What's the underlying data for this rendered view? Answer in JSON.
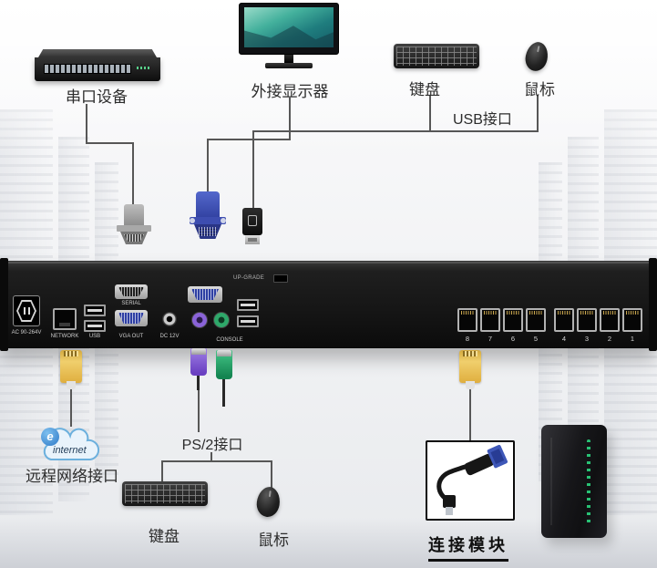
{
  "palette": {
    "line": "#575757",
    "vga_blue": "#3e57b8",
    "rj45_yellow": "#e9b842",
    "ps2_purple": "#7b52c9",
    "ps2_green": "#27a463",
    "chassis_black": "#161616"
  },
  "top": {
    "serial_device_label": "串口设备",
    "monitor_label": "外接显示器",
    "keyboard_label": "键盘",
    "mouse_label": "鼠标",
    "usb_interface_label": "USB接口"
  },
  "device": {
    "power_label": "AC 90-264V",
    "network_label": "NETWORK",
    "usb_label": "USB",
    "serial_label": "SERIAL",
    "vga_out_label": "VGA OUT",
    "dc_label": "DC 12V",
    "console_label": "CONSOLE",
    "upgrade_label": "UP-GRADE",
    "port_numbers": [
      "8",
      "7",
      "6",
      "5",
      "4",
      "3",
      "2",
      "1"
    ]
  },
  "bottom": {
    "internet_logo": "e",
    "internet_label": "internet",
    "remote_network_label": "远程网络接口",
    "ps2_interface_label": "PS/2接口",
    "keyboard_label": "键盘",
    "mouse_label": "鼠标",
    "module_label": "连接模块"
  }
}
